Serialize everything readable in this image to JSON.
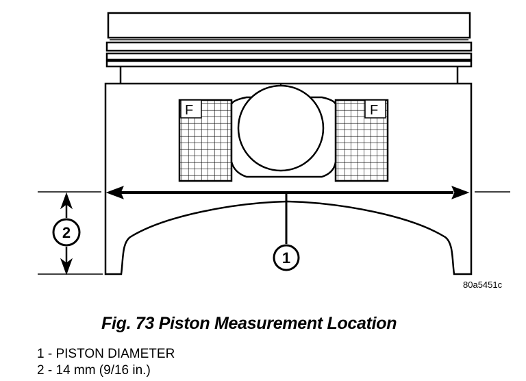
{
  "diagram": {
    "icons": [
      "piston-icon",
      "measurement-arrow-icon"
    ],
    "face_marks": [
      "F",
      "F"
    ],
    "callouts": [
      {
        "number": "1"
      },
      {
        "number": "2"
      }
    ],
    "figure_id": "80a5451c"
  },
  "caption": "Fig. 73 Piston Measurement Location",
  "legend": [
    "1 - PISTON DIAMETER",
    "2 - 14 mm (9/16 in.)"
  ]
}
